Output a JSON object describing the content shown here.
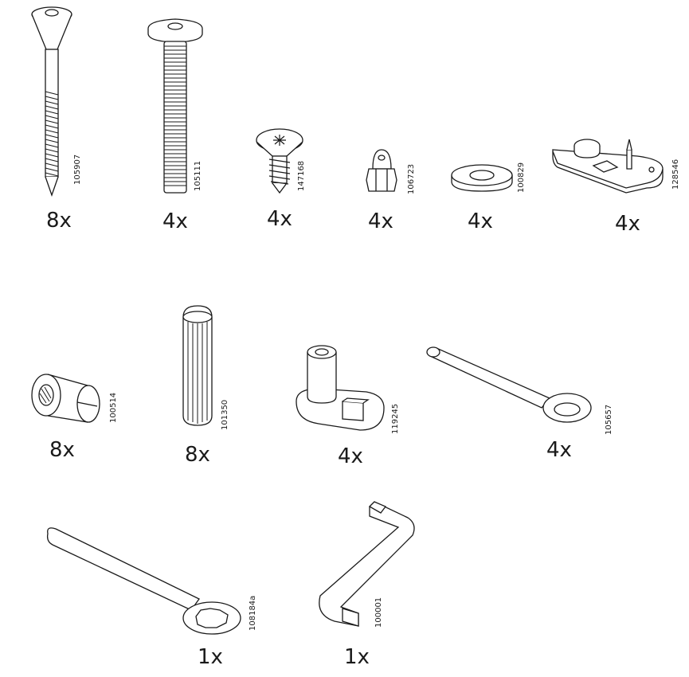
{
  "parts": [
    {
      "code": "105907",
      "qty": "8x",
      "icon": "countersunk-bolt-icon"
    },
    {
      "code": "105111",
      "qty": "4x",
      "icon": "flat-head-bolt-icon"
    },
    {
      "code": "147168",
      "qty": "4x",
      "icon": "wood-screw-icon"
    },
    {
      "code": "106723",
      "qty": "4x",
      "icon": "cap-nut-icon"
    },
    {
      "code": "100829",
      "qty": "4x",
      "icon": "washer-icon"
    },
    {
      "code": "128546",
      "qty": "4x",
      "icon": "mounting-plate-icon"
    },
    {
      "code": "100514",
      "qty": "8x",
      "icon": "barrel-nut-icon"
    },
    {
      "code": "101350",
      "qty": "8x",
      "icon": "wooden-dowel-icon"
    },
    {
      "code": "119245",
      "qty": "4x",
      "icon": "cam-lock-connector-icon"
    },
    {
      "code": "105657",
      "qty": "4x",
      "icon": "eye-hook-icon"
    },
    {
      "code": "108184a",
      "qty": "1x",
      "icon": "ring-spanner-icon"
    },
    {
      "code": "100001",
      "qty": "1x",
      "icon": "allen-key-icon"
    }
  ]
}
